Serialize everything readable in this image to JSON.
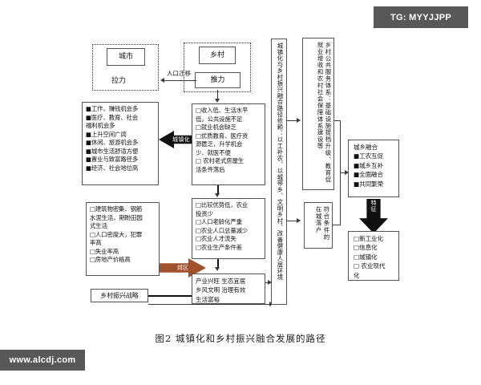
{
  "watermarks": {
    "telegram": "TG: MYYJJPP",
    "site": "www.alcdj.com"
  },
  "caption": "图2  城镇化和乡村振兴融合发展的路径",
  "diagram": {
    "city_group": {
      "title": "城市",
      "force": "拉力"
    },
    "rural_group": {
      "title": "乡村",
      "force": "推力"
    },
    "migration_label": "人口迁移",
    "city_pull_list": [
      "■工作、赚钱机会多",
      "■医疗、教育、社会",
      "福利机会多",
      "■上升空间广阔",
      "■休闲、旅游机会多",
      "■城市生活舒适方便",
      "■置业与致富路径多",
      "■经济、社会地位高"
    ],
    "city_push_list": [
      "□建筑物密集、钢筋",
      "水泥生活，期盼田园",
      "式生活",
      "□人口密度大，犯罪",
      "率高",
      "□失业率高",
      "□房地产价格高"
    ],
    "rural_push_list": [
      "□收入低、生活水平",
      "低，公共设施不足",
      "□就业机会缺乏",
      "□优质教育、医疗资",
      "源匮乏，升学机会",
      "少、就医不便",
      "□ 农村老式房屋生",
      "活条件落后"
    ],
    "rural_weak_list": [
      "□比较优势低，农业",
      "投资少",
      "□人口老龄化严重",
      "□农业人口总量减少",
      "□农业人才流失",
      "□农业生产条件差"
    ],
    "revitalization_strategy": "乡村振兴战略",
    "revitalization_goals": [
      "产业兴旺  生态宜居",
      "乡风文明  治理有效",
      "生活富裕"
    ],
    "urbanization_arrow_label": "城镇化",
    "suburb_arrow_label": "郊区",
    "fusion_path_vertical": "城镇化与乡村振兴融合路径依赖：以工补农、以城带乡、文明乡村、改善健康人居环境",
    "public_service_vertical": "乡村公共服务体系：基础设施提档升级、教育促就业增收和农村社会保障体系建设等",
    "settle_city_vertical": "符合条件的在城落户",
    "urban_rural_fusion": {
      "title": "城乡融合",
      "items": [
        "■工农互促",
        "■城乡互补",
        "■全面融合",
        "■共同繁荣"
      ]
    },
    "feature_arrow_label": "特征",
    "modernization_list": [
      "□新工业化",
      "□信息化",
      "□城镇化",
      "□ 农业现代",
      "化"
    ]
  },
  "colors": {
    "brown_arrow": "#a0522d",
    "black_arrow": "#111111",
    "watermark_bg": "#585858"
  }
}
